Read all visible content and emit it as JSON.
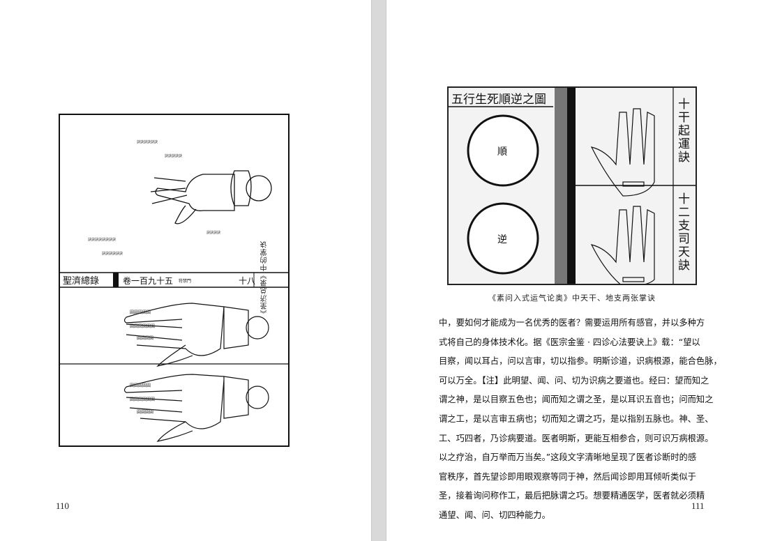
{
  "left_page": {
    "page_number": "110",
    "figure_caption": "《圣济总录》中的掌诀",
    "woodblock_banner": {
      "title": "聖濟總錄",
      "volume": "卷一百九十五",
      "section": "符禁門",
      "leaf": "十八"
    }
  },
  "right_page": {
    "page_number": "111",
    "figure_caption": "《素问入式运气论奥》中天干、地支两张掌诀",
    "figure_labels": {
      "left_panel_title": "五行生死順逆之圖",
      "circle_top": "順",
      "circle_bottom": "逆",
      "right_top_title": "十干起運訣",
      "right_bottom_title": "十二支司天訣"
    },
    "body_lines": [
      "中，要如何才能成为一名优秀的医者？需要运用所有感官，并以多种方",
      "式将自己的身体技术化。据《医宗金鉴 · 四诊心法要诀上》载：“望以",
      "目察，闻以耳占，问以言审，切以指参。明斯诊道，识病根源，能合色脉，",
      "可以万全。【注】此明望、闻、问、切为识病之要道也。经曰：望而知之",
      "谓之神，是以目察五色也；闻而知之谓之圣，是以耳识五音也；问而知之",
      "谓之工，是以言审五病也；切而知之谓之巧，是以指别五脉也。神、圣、",
      "工、巧四者，乃诊病要道。医者明斯，更能互相参合，则可识万病根源。",
      "以之疗治，自万举而万当矣。”这段文字清晰地呈现了医者诊断时的感",
      "官秩序，首先望诊即用眼观察等同于神，然后闻诊即用耳倾听类似于",
      "圣，接着询问称作工，最后把脉谓之巧。想要精通医学，医者就必须精",
      "通望、闻、问、切四种能力。"
    ]
  }
}
